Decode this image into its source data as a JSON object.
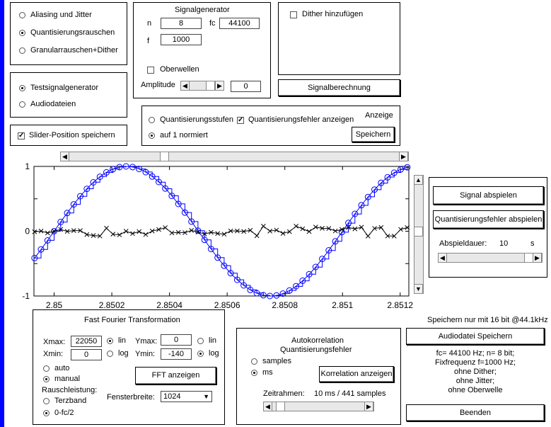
{
  "signal_type": {
    "options": [
      "Aliasing und Jitter",
      "Quantisierungsrauschen",
      "Granularrauschen+Dither"
    ],
    "selected": 1
  },
  "source": {
    "options": [
      "Testsignalgenerator",
      "Audiodateien"
    ],
    "selected": 0
  },
  "slider_save_label": "Slider-Position speichern",
  "signalgenerator": {
    "title": "Signalgenerator",
    "n_label": "n",
    "n_value": "8",
    "fc_label": "fc",
    "fc_value": "44100",
    "f_label": "f",
    "f_value": "1000",
    "overtones_label": "Oberwellen",
    "amplitude_label": "Amplitude",
    "amplitude_value": "0"
  },
  "dither_label": "Dither hinzufügen",
  "compute_button": "Signalberechnung",
  "display": {
    "quant_levels": "Quantisierungsstufen",
    "quant_error": "Quantisierungsfehler anzeigen",
    "normalized": "auf 1 normiert",
    "title": "Anzeige",
    "save_button": "Speichern"
  },
  "playback": {
    "signal_button": "Signal abspielen",
    "error_button": "Quantisierungsfehler abspielen",
    "duration_label": "Abspieldauer:",
    "duration_value": "10",
    "duration_unit": "s"
  },
  "fft": {
    "title": "Fast Fourier Transformation",
    "xmax_label": "Xmax:",
    "xmax_value": "22050",
    "xmin_label": "Xmin:",
    "xmin_value": "0",
    "ymax_label": "Ymax:",
    "ymax_value": "0",
    "ymin_label": "Ymin:",
    "ymin_value": "-140",
    "lin": "lin",
    "log": "log",
    "auto": "auto",
    "manual": "manual",
    "rauschleistung": "Rauschleistung:",
    "terzband": "Terzband",
    "zero_fc": "0-fc/2",
    "show_button": "FFT anzeigen",
    "window_label": "Fensterbreite:",
    "window_value": "1024"
  },
  "autocorr": {
    "title1": "Autokorrelation",
    "title2": "Quantisierungsfehler",
    "samples": "samples",
    "ms": "ms",
    "show_button": "Korrelation anzeigen",
    "frame_label": "Zeitrahmen:",
    "frame_value": "10 ms / 441 samples"
  },
  "save_note": "Speichern nur mit 16 bit @44.1kHz",
  "audio_save_button": "Audiodatei Speichern",
  "info_lines": [
    "fc= 44100 Hz; n= 8 bit;",
    "Fixfrequenz f=1000 Hz;",
    "ohne Dither;",
    "ohne Jitter;",
    "ohne Oberwelle"
  ],
  "quit_button": "Beenden",
  "colors": {
    "signal": "#0000ff",
    "error": "#000000",
    "left_bar": "#0000ff"
  },
  "chart_data": {
    "type": "line",
    "xlim": [
      2.84993,
      2.85123
    ],
    "ylim": [
      -1,
      1
    ],
    "xticks": [
      "2.85",
      "2.8502",
      "2.8504",
      "2.8506",
      "2.8508",
      "2.851",
      "2.8512"
    ],
    "yticks": [
      "1",
      "0.5",
      "0",
      "-0.5",
      "-1"
    ],
    "series": [
      {
        "style": "circles+line",
        "frequency_hz": 1000,
        "sample_rate_hz": 44100,
        "bits": 8
      },
      {
        "style": "staircase"
      },
      {
        "style": "crosses"
      }
    ]
  }
}
